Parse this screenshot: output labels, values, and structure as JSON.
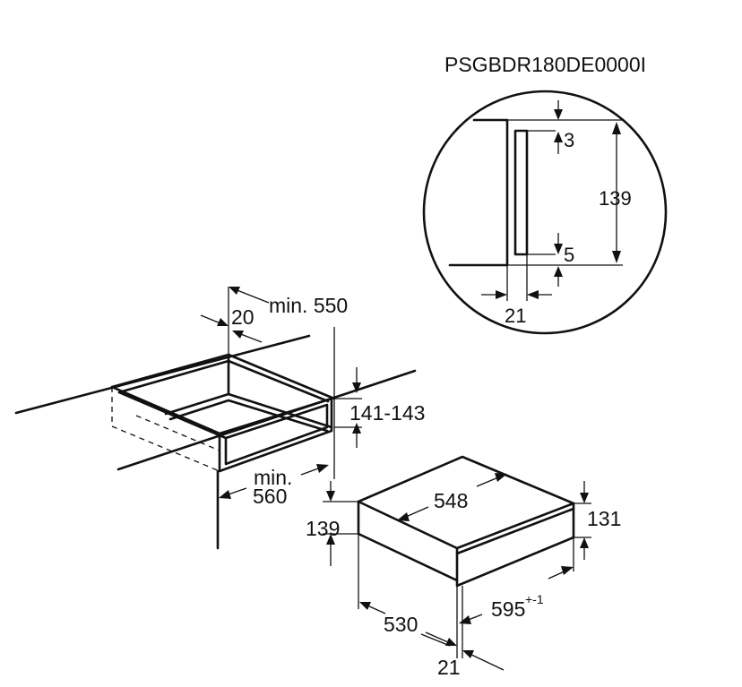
{
  "model_code": "PSGBDR180DE0000I",
  "detail": {
    "total_height": "139",
    "top_gap": "3",
    "bottom_gap": "5",
    "depth_offset": "21"
  },
  "niche": {
    "depth_label": "min. 550",
    "front_offset": "20",
    "height_range": "141-143",
    "width_label_line1": "min.",
    "width_label_line2": "560"
  },
  "appliance": {
    "width": "548",
    "front_height": "131",
    "body_height": "139",
    "depth": "530",
    "front_width": "595",
    "front_width_tolerance": "+-1",
    "front_thickness": "21"
  }
}
